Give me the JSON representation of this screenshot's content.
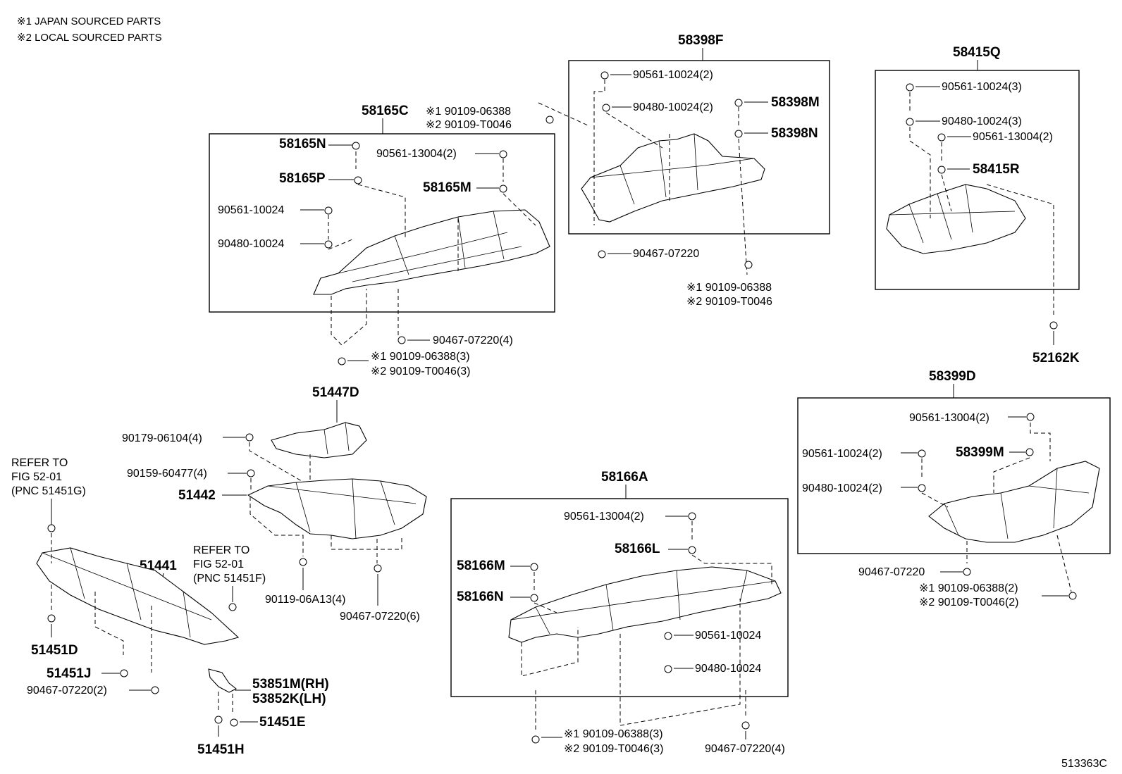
{
  "notes": {
    "n1": "※1 JAPAN SOURCED PARTS",
    "n2": "※2 LOCAL SOURCED PARTS"
  },
  "figure_id": "513363C",
  "groups": {
    "g58165C": {
      "title": "58165C",
      "p58165N": "58165N",
      "p58165P": "58165P",
      "p58165M": "58165M",
      "c90561_13004": "90561-13004(2)",
      "c90561_10024": "90561-10024",
      "c90480_10024": "90480-10024",
      "c90467": "90467-07220(4)",
      "s1": "※1 90109-06388(3)",
      "s2": "※2 90109-T0046(3)",
      "top_s1": "※1 90109-06388",
      "top_s2": "※2 90109-T0046"
    },
    "g58398F": {
      "title": "58398F",
      "c90561": "90561-10024(2)",
      "c90480": "90480-10024(2)",
      "p58398M": "58398M",
      "p58398N": "58398N",
      "c90467": "90467-07220",
      "s1": "※1 90109-06388",
      "s2": "※2 90109-T0046"
    },
    "g58415Q": {
      "title": "58415Q",
      "c90561_10024": "90561-10024(3)",
      "c90480": "90480-10024(3)",
      "c90561_13004": "90561-13004(2)",
      "p58415R": "58415R",
      "p52162K": "52162K"
    },
    "g58399D": {
      "title": "58399D",
      "c90561_13004": "90561-13004(2)",
      "c90561_10024": "90561-10024(2)",
      "p58399M": "58399M",
      "c90480": "90480-10024(2)",
      "c90467": "90467-07220",
      "s1": "※1 90109-06388(2)",
      "s2": "※2 90109-T0046(2)"
    },
    "g58166A": {
      "title": "58166A",
      "c90561_13004": "90561-13004(2)",
      "p58166L": "58166L",
      "p58166M": "58166M",
      "p58166N": "58166N",
      "c90561_10024": "90561-10024",
      "c90480": "90480-10024",
      "s1": "※1 90109-06388(3)",
      "s2": "※2 90109-T0046(3)",
      "c90467": "90467-07220(4)"
    },
    "front": {
      "p51447D": "51447D",
      "c90179": "90179-06104(4)",
      "c90159": "90159-60477(4)",
      "p51442": "51442",
      "c90119": "90119-06A13(4)",
      "c90467_6": "90467-07220(6)",
      "refer1_a": "REFER TO",
      "refer1_b": "FIG 52-01",
      "refer1_c": "(PNC 51451G)",
      "refer2_a": "REFER TO",
      "refer2_b": "FIG 52-01",
      "refer2_c": "(PNC 51451F)",
      "p51441": "51441",
      "p51451D": "51451D",
      "p51451J": "51451J",
      "c90467_2": "90467-07220(2)",
      "p53851M": "53851M(RH)",
      "p53852K": "53852K(LH)",
      "p51451E": "51451E",
      "p51451H": "51451H"
    }
  }
}
